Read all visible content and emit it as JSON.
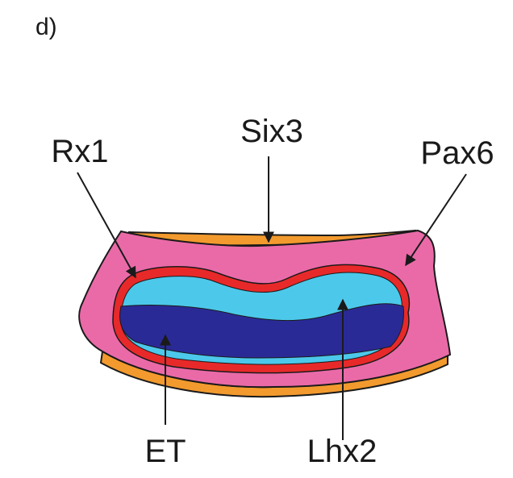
{
  "figure": {
    "panel_label": "d)",
    "labels": {
      "six3": "Six3",
      "rx1": "Rx1",
      "pax6": "Pax6",
      "et": "ET",
      "lhx2": "Lhx2"
    },
    "colors": {
      "six3_layer": "#f29a2e",
      "pax6_region": "#ea6aa8",
      "rx1_band": "#e8292a",
      "lhx2_region": "#4cc8ea",
      "et_region": "#2a2a96",
      "outline": "#1a1a1a"
    }
  }
}
